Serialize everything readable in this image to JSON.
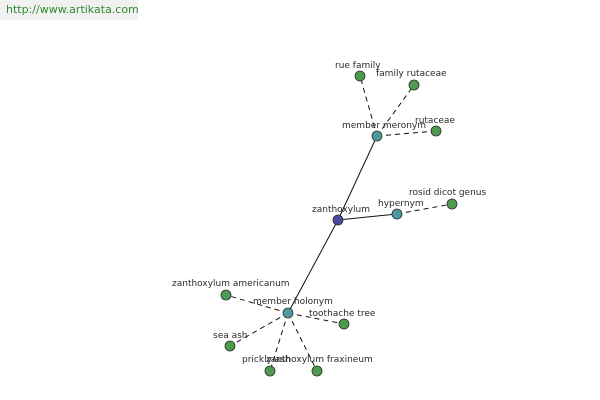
{
  "site": {
    "url_text": "http://www.artikata.com"
  },
  "colors": {
    "center_node": "#4a4a9a",
    "relation_node": "#4f9a9a",
    "term_node": "#4f9a4f",
    "node_stroke": "#2e2e2e",
    "edge": "#111111",
    "site_link": "#2f8a2f"
  },
  "graph": {
    "nodes": [
      {
        "id": "zanthoxylum",
        "label": "zanthoxylum",
        "kind": "center",
        "icon": "center-node-icon"
      },
      {
        "id": "member_meronym",
        "label": "member meronym",
        "kind": "relation",
        "icon": "relation-node-icon"
      },
      {
        "id": "hypernym",
        "label": "hypernym",
        "kind": "relation",
        "icon": "relation-node-icon"
      },
      {
        "id": "member_holonym",
        "label": "member holonym",
        "kind": "relation",
        "icon": "relation-node-icon"
      },
      {
        "id": "rue_family",
        "label": "rue family",
        "kind": "term",
        "icon": "term-node-icon"
      },
      {
        "id": "family_rutaceae",
        "label": "family rutaceae",
        "kind": "term",
        "icon": "term-node-icon"
      },
      {
        "id": "rutaceae",
        "label": "rutaceae",
        "kind": "term",
        "icon": "term-node-icon"
      },
      {
        "id": "rosid_dicot_genus",
        "label": "rosid dicot genus",
        "kind": "term",
        "icon": "term-node-icon"
      },
      {
        "id": "zanthoxylum_americanum",
        "label": "zanthoxylum americanum",
        "kind": "term",
        "icon": "term-node-icon"
      },
      {
        "id": "toothache_tree",
        "label": "toothache tree",
        "kind": "term",
        "icon": "term-node-icon"
      },
      {
        "id": "sea_ash",
        "label": "sea ash",
        "kind": "term",
        "icon": "term-node-icon"
      },
      {
        "id": "prickly_ash",
        "label": "prickly ash",
        "kind": "term",
        "icon": "term-node-icon"
      },
      {
        "id": "zanthoxylum_fraxineum",
        "label": "zanthoxylum fraxineum",
        "kind": "term",
        "icon": "term-node-icon"
      }
    ],
    "edges": [
      {
        "from": "zanthoxylum",
        "to": "member_meronym",
        "style": "solid"
      },
      {
        "from": "zanthoxylum",
        "to": "hypernym",
        "style": "solid"
      },
      {
        "from": "zanthoxylum",
        "to": "member_holonym",
        "style": "solid"
      },
      {
        "from": "member_meronym",
        "to": "rue_family",
        "style": "dashed"
      },
      {
        "from": "member_meronym",
        "to": "family_rutaceae",
        "style": "dashed"
      },
      {
        "from": "member_meronym",
        "to": "rutaceae",
        "style": "dashed"
      },
      {
        "from": "hypernym",
        "to": "rosid_dicot_genus",
        "style": "dashed"
      },
      {
        "from": "member_holonym",
        "to": "zanthoxylum_americanum",
        "style": "dashed"
      },
      {
        "from": "member_holonym",
        "to": "toothache_tree",
        "style": "dashed"
      },
      {
        "from": "member_holonym",
        "to": "sea_ash",
        "style": "dashed"
      },
      {
        "from": "member_holonym",
        "to": "prickly_ash",
        "style": "dashed"
      },
      {
        "from": "member_holonym",
        "to": "zanthoxylum_fraxineum",
        "style": "dashed"
      }
    ]
  }
}
